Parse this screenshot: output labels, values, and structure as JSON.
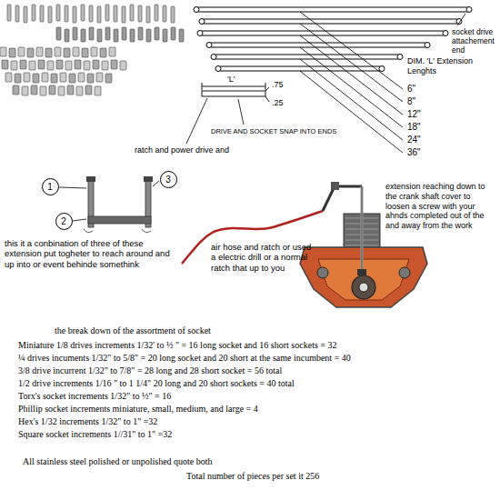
{
  "diagram": {
    "nodes": [
      {
        "text": [
          "1"
        ]
      },
      {
        "text": [
          "2"
        ]
      },
      {
        "text": [
          "3"
        ]
      }
    ],
    "labels": [
      "socket drive attachement end",
      "DIM. 'L' Extension Lenghts",
      "6\"",
      "8\"",
      "12\"",
      "18\"",
      "24\"",
      "36\"",
      "'L'",
      ".75",
      ".25",
      "DRIVE AND SOCKET SNAP INTO ENDS",
      "ratch and power drive and",
      "this it a conbination of three of these extension put togheter to reach around and up into or event behinde somethink",
      "air hose and ratch or used a electric drill or a normal ratch that up to you",
      "extension reaching down to the crank shaft cover to loosen a screw with your ahnds completed out of the and away from the work",
      "the break down of the assortment of socket",
      "Miniature 1/8 drives increments 1/32' to ½ \" = 16 long socket and 16 short sockets = 32",
      "¼ drives incuments 1/32\" to 5/8\" = 20 long socket and 20 short at the same incumbent = 40",
      "3/8 drive incurrent 1/32\" to 7/8\" = 28 long and 28 short socket = 56 total",
      "1/2 drive increments 1/16 \" to 1 1/4\" 20 long and 20 short sockets = 40 total",
      "Torx's socket increments 1/32\" to ½\" = 16",
      "Phillip socket increments miniature, small, medium, and large = 4",
      "Hex's 1/32 increments 1/32\" to 1\" =32",
      "Square socket increments 1//31\" to 1\" =32",
      "All stainless steel polished or unpolished quote both",
      "Total number of pieces per set it 256"
    ]
  }
}
